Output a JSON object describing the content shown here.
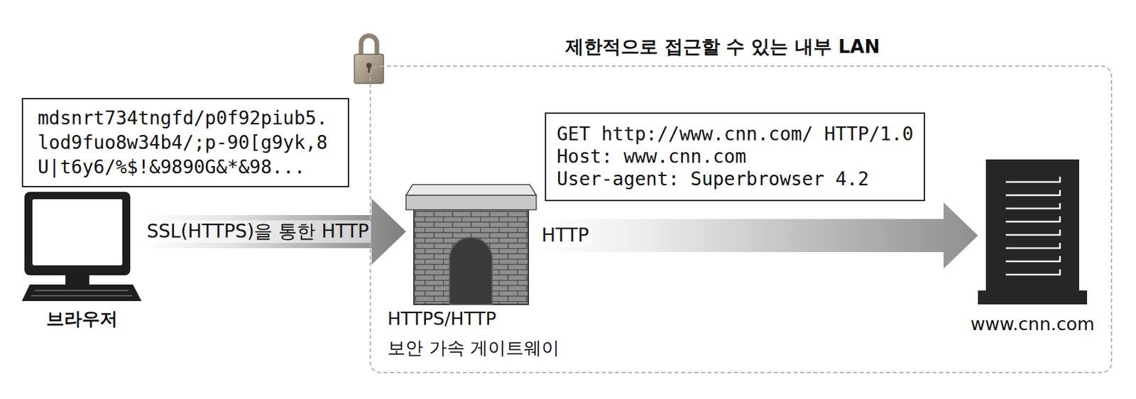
{
  "diagram": {
    "nodes": [
      {
        "text": [
          "mdsnrt734tngfd/p0f92piub5. lod9fuo8w34b4/;p-90[g9yk,8 U|t6y6/%$!&9890G&*&98..."
        ]
      },
      {
        "text": [
          "브라우저"
        ]
      },
      {
        "text": [
          "제한적으로 접근할 수 있는 내부 LAN"
        ]
      },
      {
        "text": [
          "GET http://www.cnn.com/ HTTP/1.0",
          "Host: www.cnn.com",
          "User-agent: Superbrowser 4.2"
        ],
        "in": 2
      },
      {
        "text": [
          "HTTPS/HTTP",
          "보안 가속 게이트웨이"
        ],
        "in": 2
      },
      {
        "text": [
          "www.cnn.com"
        ],
        "in": 2
      }
    ],
    "edges": [
      {
        "from": 1,
        "to": 4,
        "arrow": "to",
        "label": "SSL(HTTPS)을 통한 HTTP"
      },
      {
        "from": 4,
        "to": 5,
        "arrow": "to",
        "label": "HTTP"
      }
    ]
  }
}
